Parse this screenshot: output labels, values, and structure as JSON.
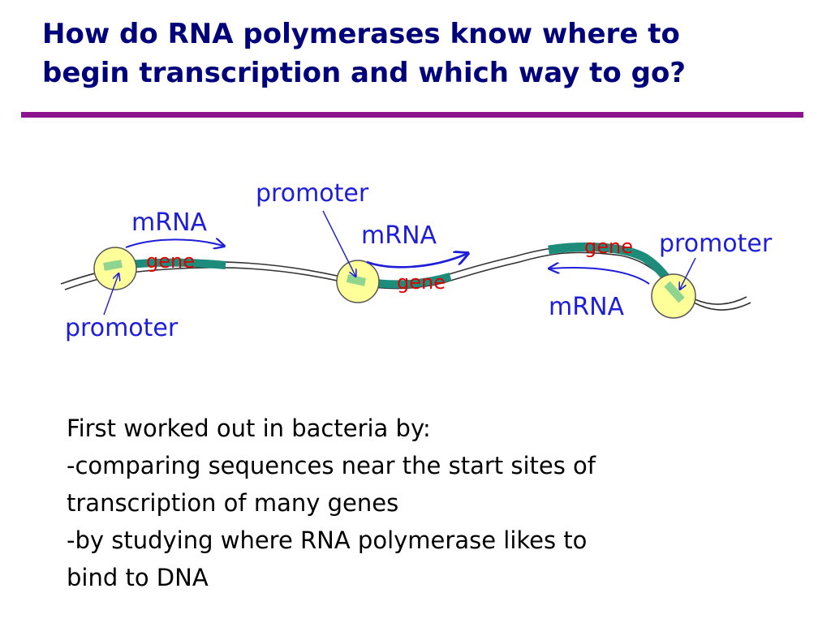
{
  "slide": {
    "title_line1": "How do RNA polymerases know where to",
    "title_line2": "begin transcription and which way to go?",
    "colors": {
      "title": "#00007a",
      "rule": "#8c148c",
      "label_blue": "#1e1ed8",
      "gene_red": "#e00000",
      "gene_band": "#1e8c7a",
      "polymerase_fill": "#ffff9a"
    }
  },
  "diagram": {
    "left": {
      "mrna": "mRNA",
      "gene": "gene",
      "promoter": "promoter"
    },
    "middle": {
      "mrna": "mRNA",
      "gene": "gene",
      "promoter": "promoter"
    },
    "right": {
      "mrna": "mRNA",
      "gene": "gene",
      "promoter": "promoter"
    }
  },
  "body": {
    "line1": "First worked out in bacteria by:",
    "line2": "-comparing sequences near the start sites of",
    "line3": "transcription of many genes",
    "line4": "-by studying where RNA polymerase likes to",
    "line5": "bind to DNA"
  }
}
